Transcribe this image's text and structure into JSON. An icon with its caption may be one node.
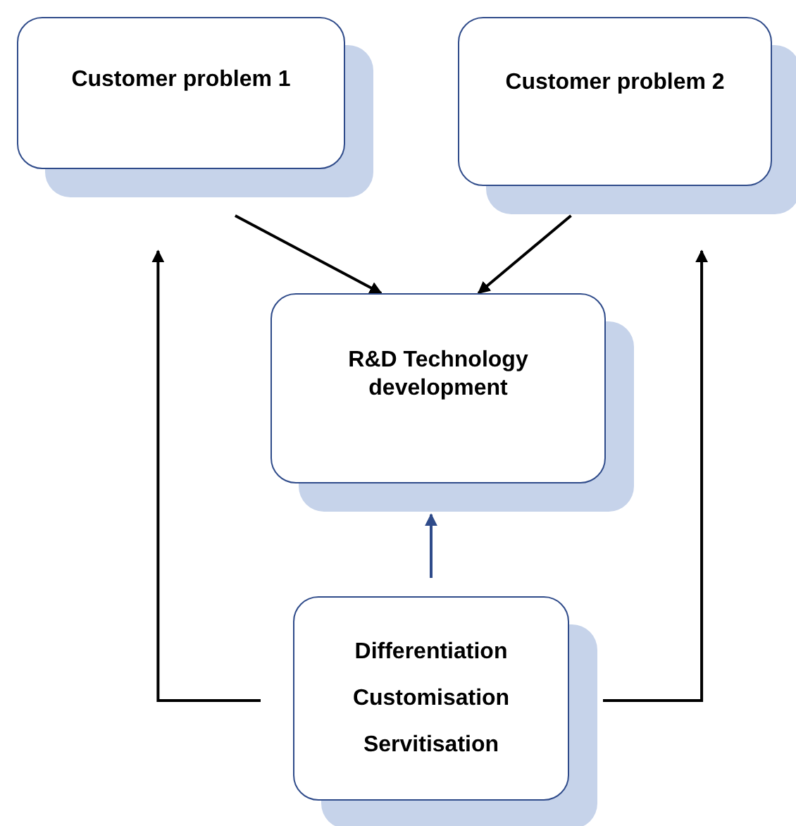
{
  "diagram": {
    "nodes": [
      {
        "text": [
          "Customer problem 1"
        ]
      },
      {
        "text": [
          "Customer problem 2"
        ]
      },
      {
        "text": [
          "R&D Technology development"
        ]
      },
      {
        "text": [
          "Differentiation",
          "Customisation",
          "Servitisation"
        ]
      }
    ],
    "edges": [
      {
        "from": 0,
        "to": 2,
        "arrow": "to"
      },
      {
        "from": 1,
        "to": 2,
        "arrow": "to"
      },
      {
        "from": 3,
        "to": 2,
        "arrow": "to",
        "color": "#2f4b8a"
      },
      {
        "from": 3,
        "to": 0,
        "arrow": "to"
      },
      {
        "from": 3,
        "to": 1,
        "arrow": "to"
      }
    ]
  }
}
